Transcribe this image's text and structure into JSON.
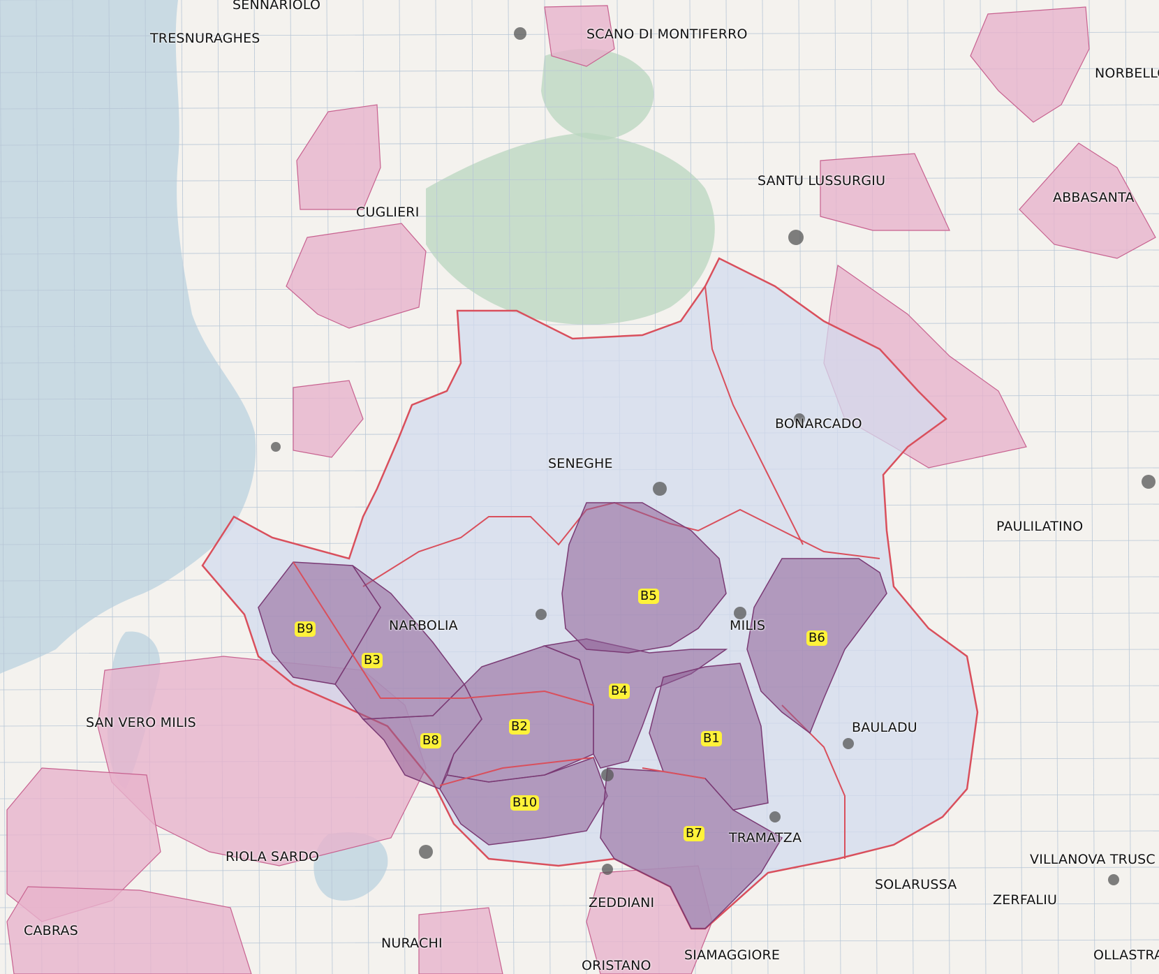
{
  "map": {
    "colors": {
      "sea": "#c9dae3",
      "land": "#f4f2ee",
      "grid": "#b7c6d6",
      "forest": "#b9d6bf",
      "outer_zone_fill": "#e7b3cc",
      "outer_zone_stroke": "#c7618f",
      "study_area_fill": "#d3dbee",
      "study_area_stroke": "#d94f5c",
      "bacino_fill": "#8e5f96",
      "bacino_stroke": "#7a3a74",
      "badge_fill": "#fff23a",
      "town_dot": "#555555"
    },
    "towns": [
      {
        "id": "sennariolo",
        "name": "SENNARIOLO"
      },
      {
        "id": "tresnuraghes",
        "name": "TRESNURAGHES"
      },
      {
        "id": "scano-di-montiferro",
        "name": "SCANO DI MONTIFERRO"
      },
      {
        "id": "norbello",
        "name": "NORBELLO"
      },
      {
        "id": "santu-lussurgiu",
        "name": "SANTU LUSSURGIU"
      },
      {
        "id": "abbasanta",
        "name": "ABBASANTA"
      },
      {
        "id": "cuglieri",
        "name": "CUGLIERI"
      },
      {
        "id": "bonarcado",
        "name": "BONARCADO"
      },
      {
        "id": "seneghe",
        "name": "SENEGHE"
      },
      {
        "id": "paulilatino",
        "name": "PAULILATINO"
      },
      {
        "id": "narbolia",
        "name": "NARBOLIA"
      },
      {
        "id": "milis",
        "name": "MILIS"
      },
      {
        "id": "san-vero-milis",
        "name": "SAN VERO MILIS"
      },
      {
        "id": "bauladu",
        "name": "BAULADU"
      },
      {
        "id": "riola-sardo",
        "name": "RIOLA SARDO"
      },
      {
        "id": "tramatza",
        "name": "TRAMATZA"
      },
      {
        "id": "villanova-truschedu",
        "name": "VILLANOVA TRUSC"
      },
      {
        "id": "solarussa",
        "name": "SOLARUSSA"
      },
      {
        "id": "zerfaliu",
        "name": "ZERFALIU"
      },
      {
        "id": "zeddiani",
        "name": "ZEDDIANI"
      },
      {
        "id": "cabras",
        "name": "CABRAS"
      },
      {
        "id": "nurachi",
        "name": "NURACHI"
      },
      {
        "id": "siamaggiore",
        "name": "SIAMAGGIORE"
      },
      {
        "id": "oristano",
        "name": "ORISTANO"
      },
      {
        "id": "ollastra",
        "name": "OLLASTRA"
      }
    ],
    "zones": [
      {
        "id": "b1",
        "label": "B1"
      },
      {
        "id": "b2",
        "label": "B2"
      },
      {
        "id": "b3",
        "label": "B3"
      },
      {
        "id": "b4",
        "label": "B4"
      },
      {
        "id": "b5",
        "label": "B5"
      },
      {
        "id": "b6",
        "label": "B6"
      },
      {
        "id": "b7",
        "label": "B7"
      },
      {
        "id": "b8",
        "label": "B8"
      },
      {
        "id": "b9",
        "label": "B9"
      },
      {
        "id": "b10",
        "label": "B10"
      }
    ]
  }
}
